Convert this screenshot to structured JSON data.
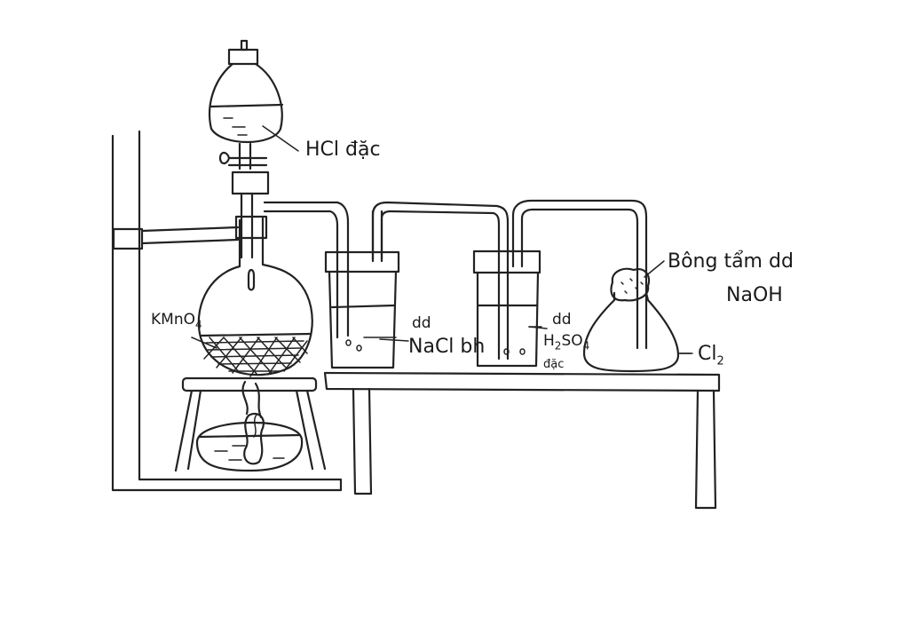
{
  "labels": {
    "hcl": "HCl đặc",
    "kmno4": "KMnO",
    "kmno4_sub": "4",
    "nacl_top": "dd",
    "nacl": "NaCl bh",
    "h2so4_top": "dd",
    "h2so4": "H",
    "h2so4_sub1": "2",
    "h2so4_mid": "SO",
    "h2so4_sub2": "4",
    "h2so4_bottom": "đặc",
    "cotton": "Bông tẩm dd",
    "naoh": "NaOH",
    "cl2": "Cl",
    "cl2_sub": "2"
  }
}
